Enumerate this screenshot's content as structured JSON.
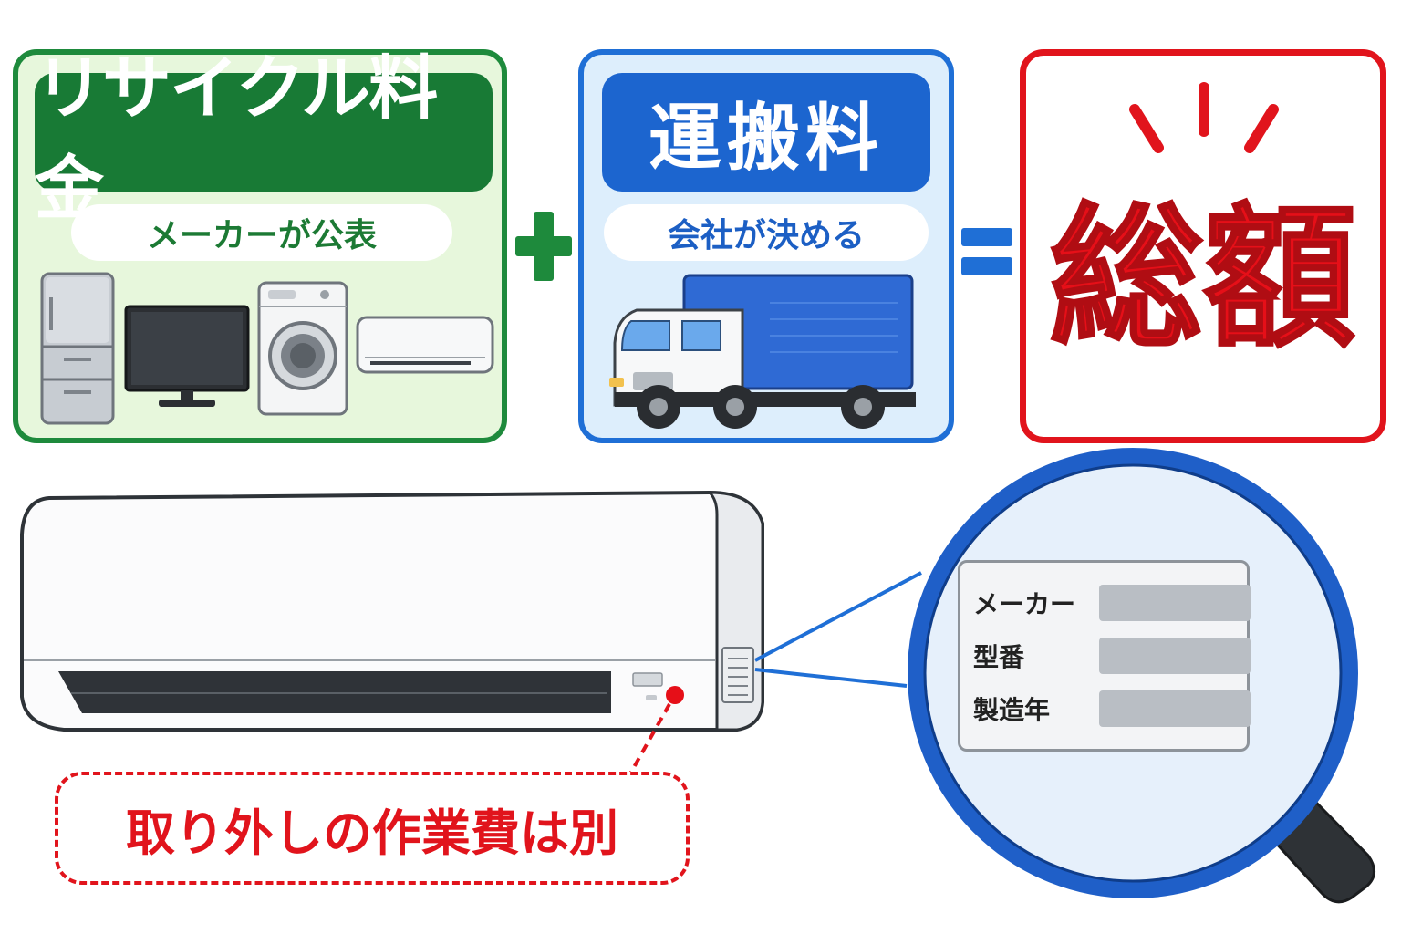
{
  "recycle": {
    "title": "リサイクル料金",
    "subtitle": "メーカーが公表",
    "appliances": [
      "refrigerator-icon",
      "television-icon",
      "washing-machine-icon",
      "air-conditioner-icon"
    ],
    "color": "#1e8a3c"
  },
  "operator_plus": "+",
  "transport": {
    "title": "運搬料",
    "subtitle": "会社が決める",
    "vehicle": "truck-icon",
    "color": "#1f6fd6"
  },
  "operator_equals": "=",
  "total": {
    "title": "総額",
    "color": "#e1141c"
  },
  "note": "取り外しの作業費は別",
  "nameplate": {
    "rows": [
      {
        "key": "メーカー"
      },
      {
        "key": "型番"
      },
      {
        "key": "製造年"
      }
    ]
  }
}
